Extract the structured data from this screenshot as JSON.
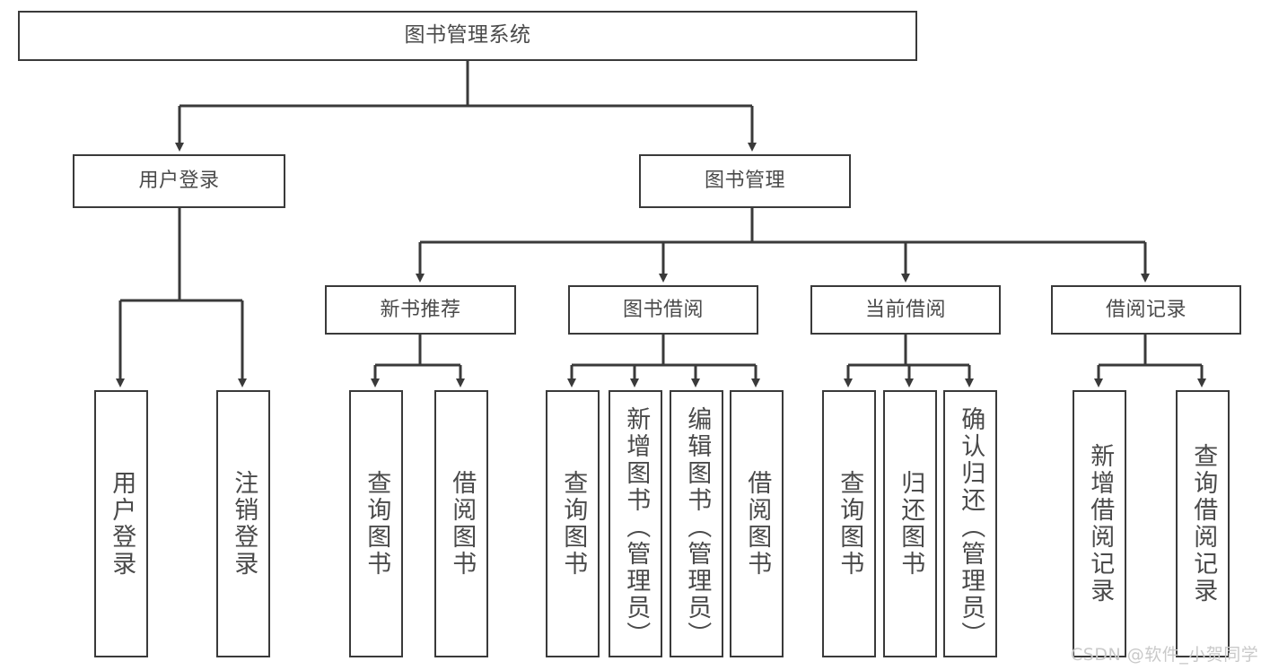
{
  "diagram": {
    "type": "tree",
    "title": "图书管理系统",
    "root": {
      "label": "图书管理系统"
    },
    "level2": [
      {
        "label": "用户登录"
      },
      {
        "label": "图书管理"
      }
    ],
    "level3": [
      {
        "label": "新书推荐"
      },
      {
        "label": "图书借阅"
      },
      {
        "label": "当前借阅"
      },
      {
        "label": "借阅记录"
      }
    ],
    "leaves": {
      "user_login": [
        {
          "label": "用户登录"
        },
        {
          "label": "注销登录"
        }
      ],
      "new_book_recommend": [
        {
          "label": "查询图书"
        },
        {
          "label": "借阅图书"
        }
      ],
      "book_borrow": [
        {
          "label": "查询图书"
        },
        {
          "label": "新增图书（管理员）"
        },
        {
          "label": "编辑图书（管理员）"
        },
        {
          "label": "借阅图书"
        }
      ],
      "current_borrow": [
        {
          "label": "查询图书"
        },
        {
          "label": "归还图书"
        },
        {
          "label": "确认归还（管理员）"
        }
      ],
      "borrow_record": [
        {
          "label": "新增借阅记录"
        },
        {
          "label": "查询借阅记录"
        }
      ]
    },
    "colors": {
      "box_border": "#3a3a3a",
      "box_fill": "#ffffff",
      "text": "#4a4a4a",
      "connector": "#3a3a3a",
      "background": "#ffffff",
      "watermark": "#c9c9c9"
    }
  },
  "watermark": {
    "text": "CSDN @软件_小贺同学"
  }
}
